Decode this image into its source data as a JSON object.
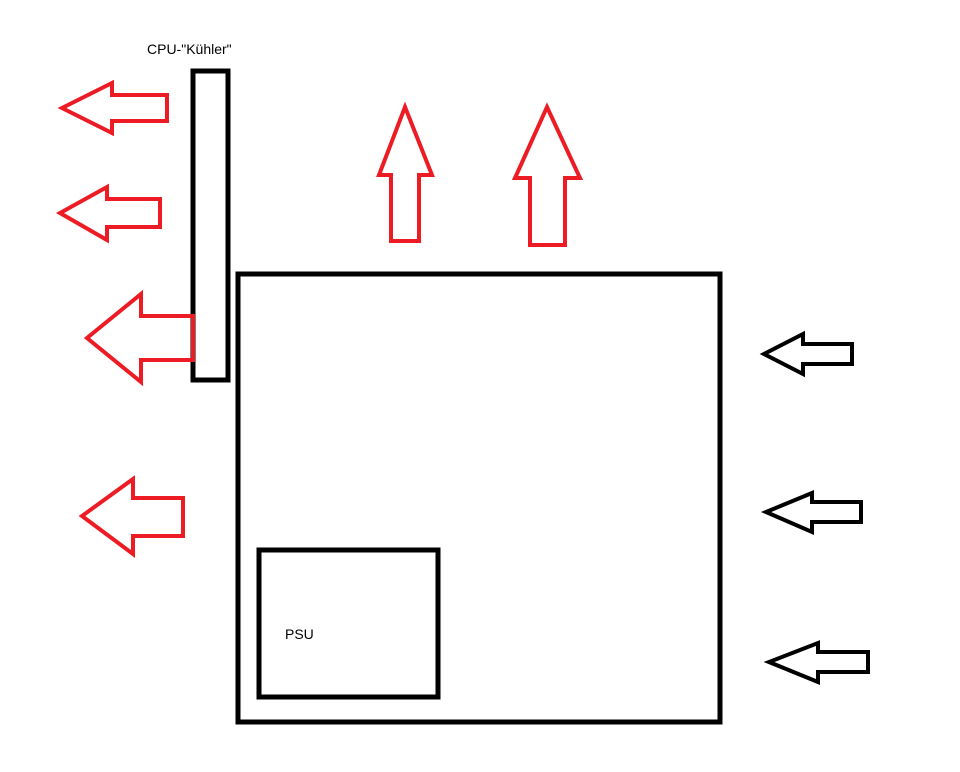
{
  "labels": {
    "cpu_cooler": "CPU-\"Kühler\"",
    "psu": "PSU"
  },
  "colors": {
    "exhaust_arrow": "#ed1c24",
    "intake_arrow": "#000000",
    "outline": "#000000",
    "background": "#ffffff"
  },
  "arrows": {
    "exhaust_left_count": 4,
    "exhaust_top_count": 2,
    "intake_right_count": 3
  }
}
